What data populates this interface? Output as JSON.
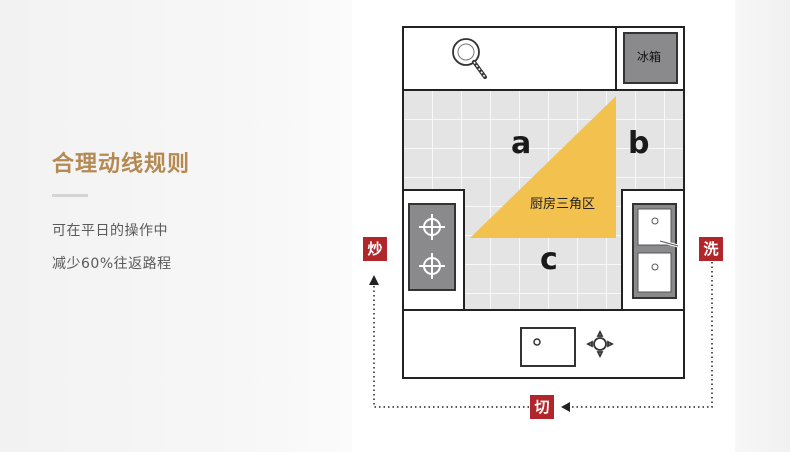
{
  "intro": {
    "title": "合理动线规则",
    "line1": "可在平日的操作中",
    "line2": "减少60%往返路程"
  },
  "diagram": {
    "fridge": "冰箱",
    "triangle": "厨房三角区",
    "label_a": "a",
    "label_b": "b",
    "label_c": "c",
    "tag_stir": "炒",
    "tag_wash": "洗",
    "tag_cut": "切"
  },
  "colors": {
    "accent_gold": "#b58a52",
    "triangle_yellow": "#f2c14e",
    "tag_red": "#b0262a",
    "tile": "#e4e4e4"
  }
}
